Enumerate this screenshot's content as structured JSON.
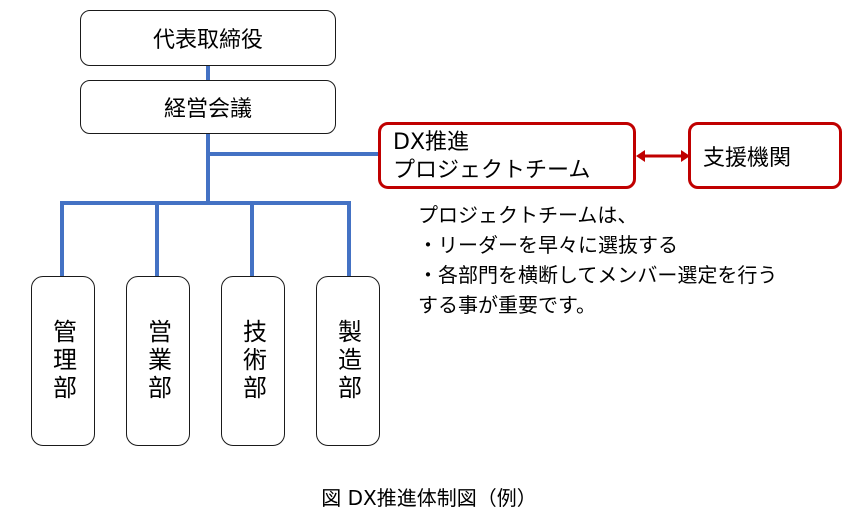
{
  "org": {
    "ceo": "代表取締役",
    "executive_meeting": "経営会議",
    "departments": [
      "管理部",
      "営業部",
      "技術部",
      "製造部"
    ]
  },
  "dx_team": {
    "line1": "DX推進",
    "line2": "プロジェクトチーム"
  },
  "support": "支援機関",
  "note_lines": [
    "プロジェクトチームは、",
    "・リーダーを早々に選抜する",
    "・各部門を横断してメンバー選定を行う",
    "する事が重要です。"
  ],
  "caption": "図 DX推進体制図（例）",
  "colors": {
    "connector": "#4472c4",
    "dx_accent": "#c00000"
  }
}
